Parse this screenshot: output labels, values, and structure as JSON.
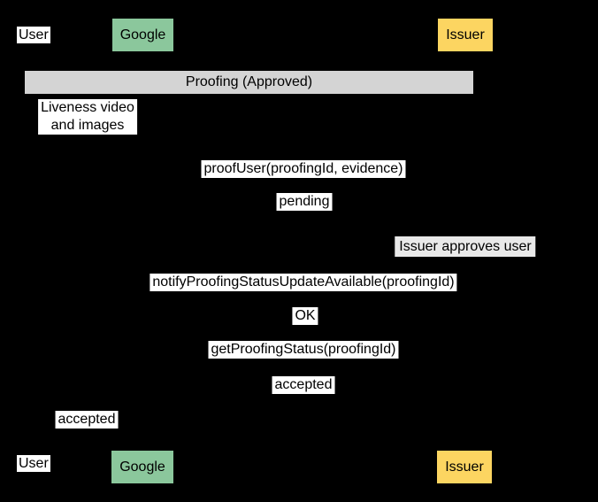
{
  "diagram": {
    "type": "sequence-diagram",
    "actors": {
      "user": "User",
      "google": "Google",
      "issuer": "Issuer"
    },
    "phase": {
      "label": "Proofing (Approved)"
    },
    "note": {
      "text": "Issuer approves user"
    },
    "messages": {
      "liveness": "Liveness video\nand images",
      "proof_user": "proofUser(proofingId, evidence)",
      "pending": "pending",
      "notify": "notifyProofingStatusUpdateAvailable(proofingId)",
      "ok": "OK",
      "get_status": "getProofingStatus(proofingId)",
      "accepted_to_google": "accepted",
      "accepted_to_user": "accepted"
    },
    "colors": {
      "background": "#000000",
      "google_box": "#8bc79c",
      "issuer_box": "#fcd561",
      "phase_bar": "#d4d4d4",
      "note_bg": "#e9e9e9",
      "label_bg": "#ffffff",
      "text": "#000000"
    }
  }
}
